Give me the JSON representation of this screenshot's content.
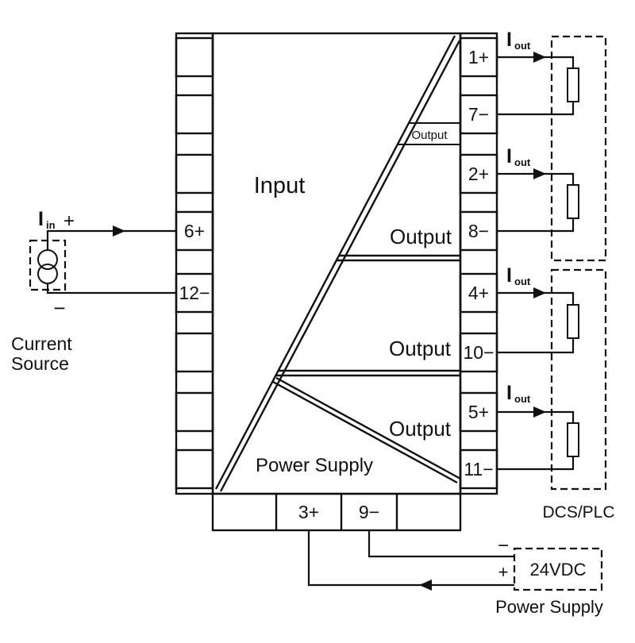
{
  "source": {
    "current_label": "I",
    "current_sub": "in",
    "plus": "+",
    "minus": "−",
    "caption_line1": "Current",
    "caption_line2": "Source"
  },
  "module": {
    "input_label": "Input",
    "power_supply_label": "Power Supply",
    "outputs": {
      "small": "Output",
      "ch2": "Output",
      "ch3": "Output",
      "ch4": "Output"
    },
    "left_terminals": {
      "t6": "6+",
      "t12": "12−"
    },
    "right_terminals": [
      "1+",
      "7−",
      "2+",
      "8−",
      "4+",
      "10−",
      "5+",
      "11−"
    ],
    "bottom_terminals": {
      "t3": "3+",
      "t9": "9−"
    }
  },
  "loads": {
    "iout_label": "I",
    "iout_sub": "out",
    "caption": "DCS/PLC"
  },
  "psu": {
    "label": "24VDC",
    "caption": "Power Supply",
    "plus": "+",
    "minus": "−"
  }
}
